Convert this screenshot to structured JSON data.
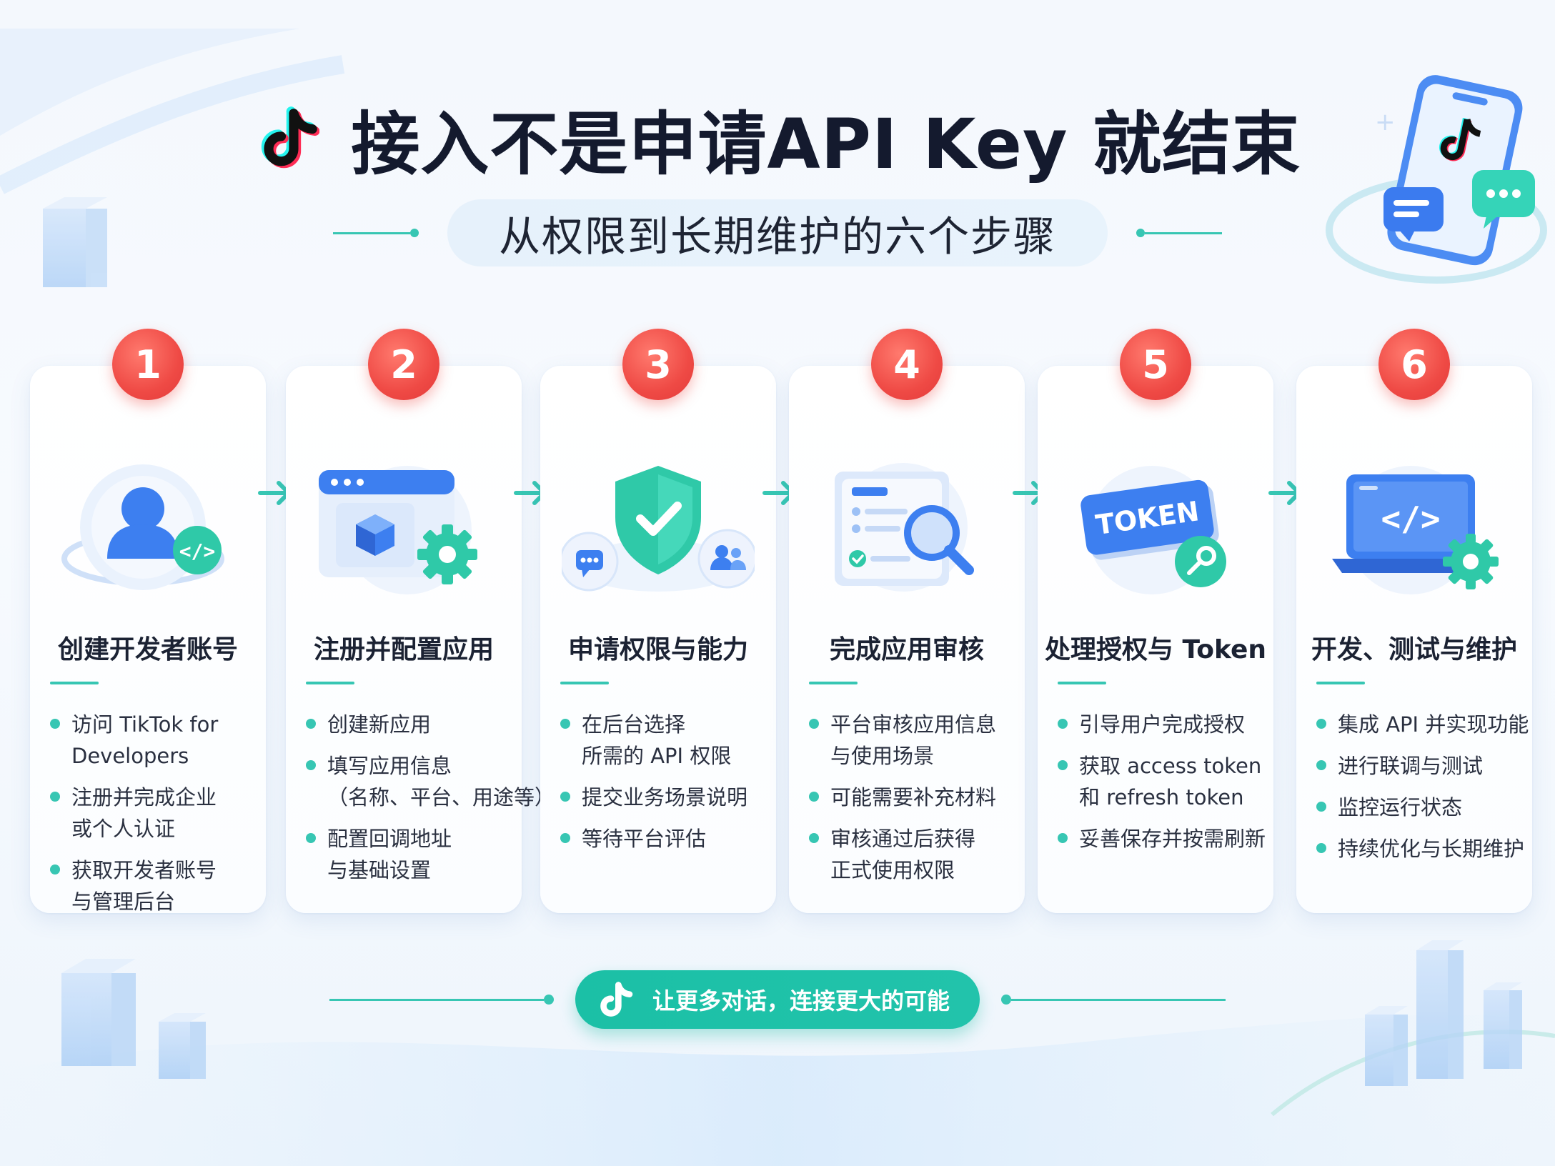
{
  "header": {
    "title": "接入不是申请API Key 就结束",
    "subtitle": "从权限到长期维护的六个步骤"
  },
  "steps": [
    {
      "number": "1",
      "title": "创建开发者账号",
      "bullets": [
        [
          "访问 TikTok for",
          "Developers"
        ],
        [
          "注册并完成企业",
          "或个人认证"
        ],
        [
          "获取开发者账号",
          "与管理后台"
        ]
      ]
    },
    {
      "number": "2",
      "title": "注册并配置应用",
      "bullets": [
        [
          "创建新应用"
        ],
        [
          "填写应用信息",
          "（名称、平台、用途等）"
        ],
        [
          "配置回调地址",
          "与基础设置"
        ]
      ]
    },
    {
      "number": "3",
      "title": "申请权限与能力",
      "bullets": [
        [
          "在后台选择",
          "所需的 API 权限"
        ],
        [
          "提交业务场景说明"
        ],
        [
          "等待平台评估"
        ]
      ]
    },
    {
      "number": "4",
      "title": "完成应用审核",
      "bullets": [
        [
          "平台审核应用信息",
          "与使用场景"
        ],
        [
          "可能需要补充材料"
        ],
        [
          "审核通过后获得",
          "正式使用权限"
        ]
      ]
    },
    {
      "number": "5",
      "title": "处理授权与 Token",
      "token_label": "TOKEN",
      "bullets": [
        [
          "引导用户完成授权"
        ],
        [
          "获取 access token",
          "和 refresh token"
        ],
        [
          "妥善保存并按需刷新"
        ]
      ]
    },
    {
      "number": "6",
      "title": "开发、测试与维护",
      "bullets": [
        [
          "集成 API 并实现功能"
        ],
        [
          "进行联调与测试"
        ],
        [
          "监控运行状态"
        ],
        [
          "持续优化与长期维护"
        ]
      ]
    }
  ],
  "footer": {
    "label": "让更多对话，连接更大的可能"
  },
  "colors": {
    "accent_teal": "#37c6b3",
    "badge_red": "#ef4a45",
    "icon_blue": "#3d7ff0",
    "tiktok_cyan": "#25f4ee",
    "tiktok_pink": "#fe2c55"
  },
  "icons": [
    "tiktok-logo",
    "user-code-icon",
    "browser-box-gear-icon",
    "shield-check-icon",
    "document-search-icon",
    "token-key-icon",
    "laptop-code-gear-icon",
    "arrow-right-icon",
    "phone-chat-icon"
  ]
}
